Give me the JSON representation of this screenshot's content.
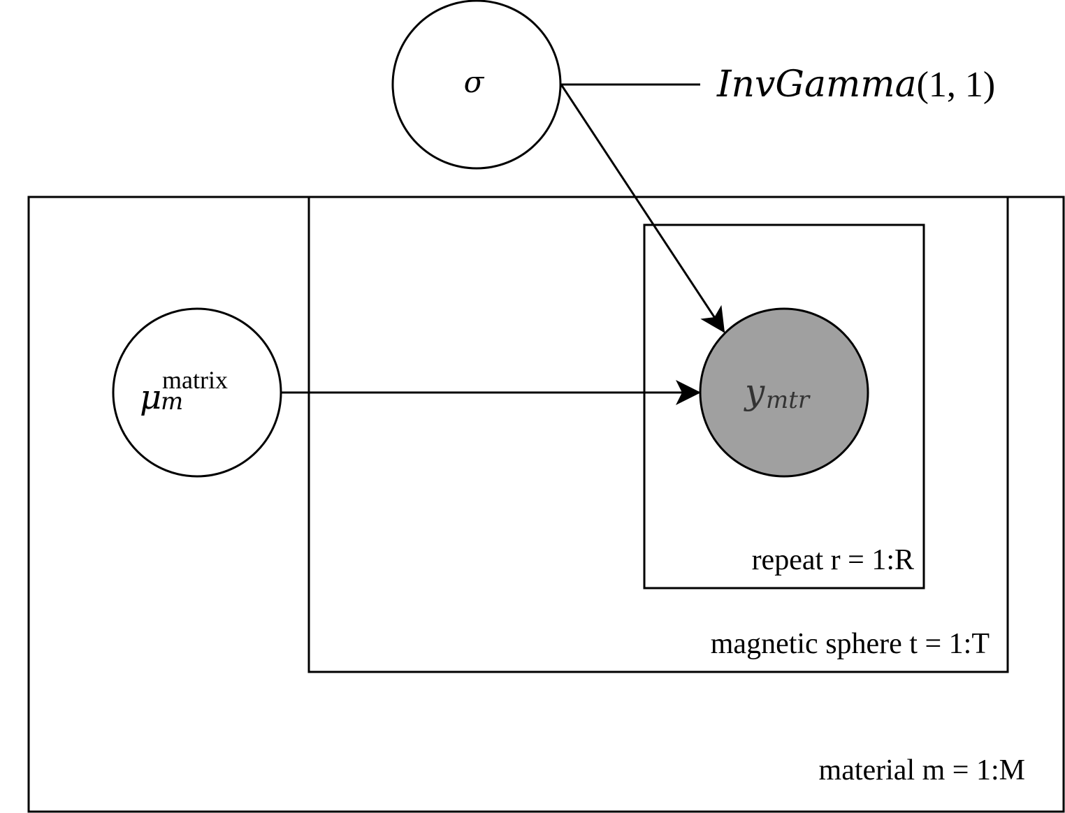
{
  "nodes": {
    "sigma": {
      "symbol": "σ"
    },
    "mu": {
      "base": "μ",
      "subscript": "m",
      "superscript": "matrix"
    },
    "y": {
      "base": "y",
      "subscript": "mtr",
      "fill_color": "#a0a0a0"
    }
  },
  "prior": {
    "name": "InvGamma",
    "args": "(1, 1)"
  },
  "plates": {
    "repeat": "repeat r = 1:R",
    "sphere": "magnetic sphere t = 1:T",
    "material": "material m = 1:M"
  },
  "colors": {
    "stroke": "#000000",
    "observed_fill": "#a0a0a0",
    "background": "#ffffff"
  }
}
